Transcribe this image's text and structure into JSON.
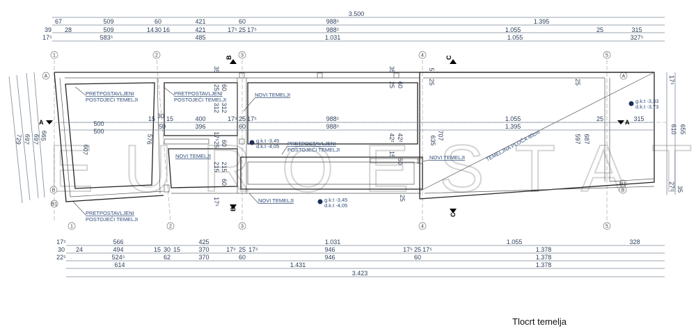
{
  "title": "Tlocrt temelja",
  "watermark": "EUROESTATE",
  "grid_axes": {
    "numbers": [
      "1",
      "2",
      "3",
      "4",
      "5"
    ],
    "letters": [
      "A",
      "B",
      "B1"
    ]
  },
  "section_marks": {
    "a": "A",
    "b": "B",
    "c": "C"
  },
  "top_dims": {
    "row1": [
      "3.500"
    ],
    "row2": [
      "67",
      "509",
      "60",
      "421",
      "60",
      "988⁵",
      "1.395"
    ],
    "row3": [
      "39",
      "28",
      "509",
      "14",
      "30",
      "16",
      "421",
      "17⁵",
      "25",
      "17⁵",
      "988⁵",
      "1.055",
      "25",
      "315"
    ],
    "row4": [
      "17⁵",
      "583⁵",
      "485",
      "1.031",
      "1.055",
      "327⁵"
    ]
  },
  "bottom_dims": {
    "row1": [
      "17⁵",
      "566",
      "425",
      "1.031",
      "1.055",
      "328"
    ],
    "row2": [
      "30",
      "24",
      "494",
      "15",
      "30",
      "15",
      "370",
      "17⁵",
      "25",
      "17⁵",
      "946",
      "17⁵",
      "25",
      "17⁵",
      "1.378"
    ],
    "row3": [
      "22⁵",
      "524⁵",
      "62",
      "370",
      "60",
      "946",
      "60",
      "1.378"
    ],
    "row4": [
      "614",
      "1.431",
      "1.378"
    ],
    "row5": [
      "3.423"
    ]
  },
  "inner_dims": {
    "horizontal": [
      "500",
      "500",
      "15",
      "30",
      "50",
      "15",
      "400",
      "396",
      "17⁵",
      "25",
      "17⁵",
      "60",
      "988⁵",
      "988⁵",
      "1.055",
      "1.395",
      "25",
      "315"
    ],
    "vertical": [
      "729",
      "697",
      "697",
      "665",
      "607",
      "576",
      "35",
      "25",
      "60",
      "312",
      "312",
      "17⁵",
      "25",
      "60",
      "215",
      "215",
      "17⁵",
      "60",
      "35",
      "25",
      "60",
      "42²",
      "42²",
      "15",
      "60",
      "25",
      "5",
      "25",
      "707",
      "635",
      "597",
      "687",
      "25",
      "610",
      "655",
      "17⁵",
      "27⁵",
      "35"
    ]
  },
  "labels": {
    "existing_line1": "PRETPOSTAVLJENI",
    "existing_line2": "POSTOJEĆI TEMELJI",
    "new_foundation": "NOVI TEMELJI",
    "slab": "TEMELJNA PLOČA 40cm"
  },
  "levels": [
    {
      "gkt": "g.k.t -3,45",
      "dkt": "d.k.t -4,05"
    },
    {
      "gkt": "g.k.t -3,45",
      "dkt": "d.k.t -4,05"
    },
    {
      "gkt": "g.k.t -3,33",
      "dkt": "d.k.t -3,73"
    }
  ]
}
